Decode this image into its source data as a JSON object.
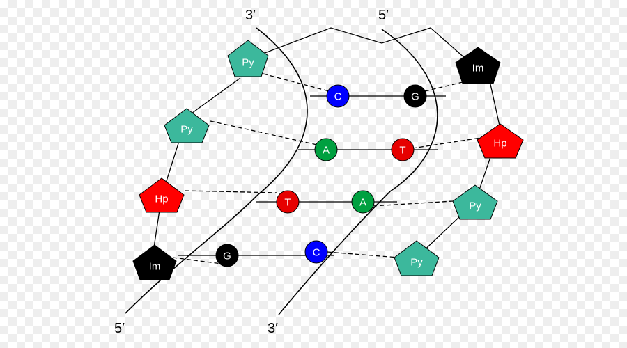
{
  "colors": {
    "Py": "#3cb89c",
    "Hp": "#ff0000",
    "Im": "#000000",
    "A": "#00a040",
    "T": "#e60000",
    "G": "#000000",
    "C": "#0000ff"
  },
  "strand_ends": {
    "top_left": "3′",
    "top_right": "5′",
    "bottom_left": "5′",
    "bottom_right": "3′"
  },
  "polyamide_left": [
    "Py",
    "Py",
    "Hp",
    "Im"
  ],
  "polyamide_right": [
    "Im",
    "Hp",
    "Py",
    "Py"
  ],
  "base_pairs": [
    {
      "left": "C",
      "right": "G"
    },
    {
      "left": "A",
      "right": "T"
    },
    {
      "left": "T",
      "right": "A"
    },
    {
      "left": "G",
      "right": "C"
    }
  ]
}
